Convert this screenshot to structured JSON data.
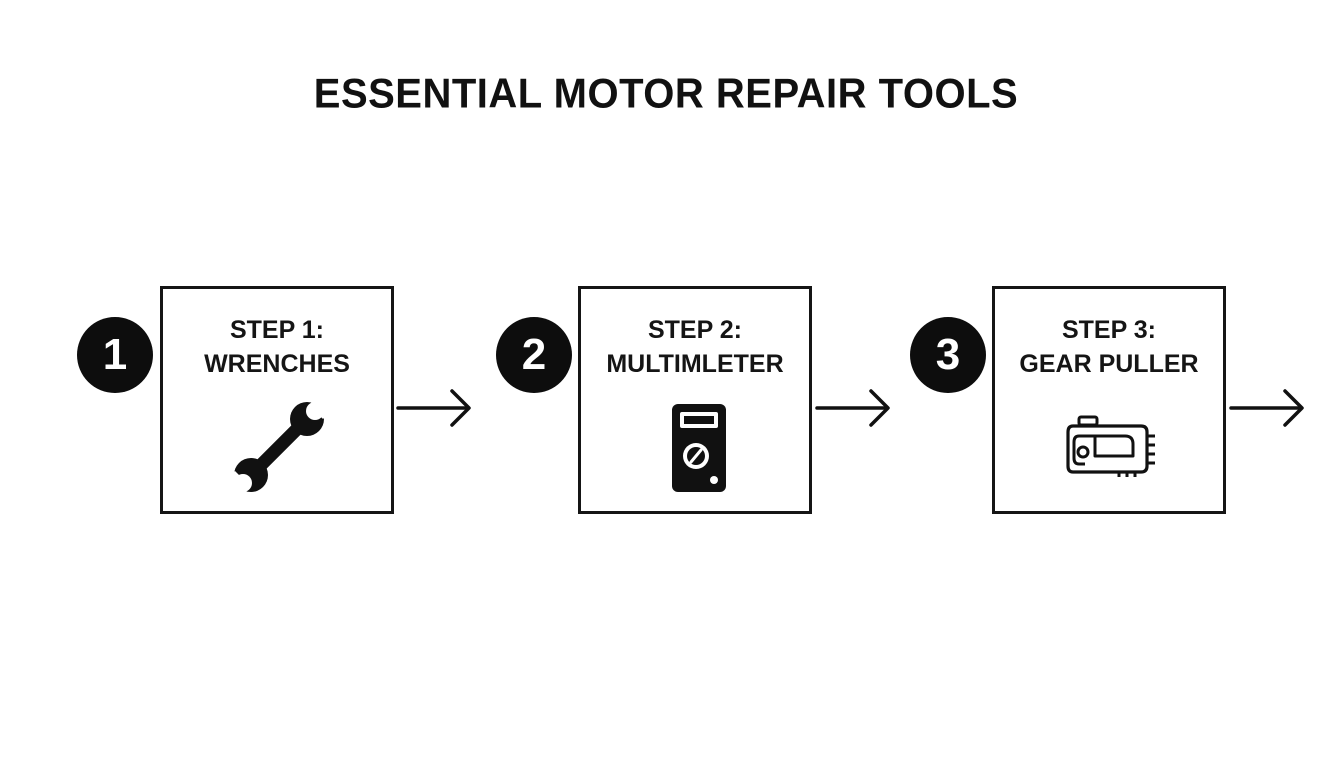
{
  "title": "ESSENTIAL MOTOR REPAIR TOOLS",
  "steps": [
    {
      "number": "1",
      "label_line1": "STEP 1:",
      "label_line2": "WRENCHES",
      "icon": "wrench-icon"
    },
    {
      "number": "2",
      "label_line1": "STEP 2:",
      "label_line2": "MULTIMLETER",
      "icon": "multimeter-icon"
    },
    {
      "number": "3",
      "label_line1": "STEP 3:",
      "label_line2": "GEAR PULLER",
      "icon": "gear-puller-icon"
    }
  ],
  "colors": {
    "background": "#ffffff",
    "ink": "#111111",
    "badge_fill": "#0d0d0d",
    "badge_text": "#ffffff"
  }
}
